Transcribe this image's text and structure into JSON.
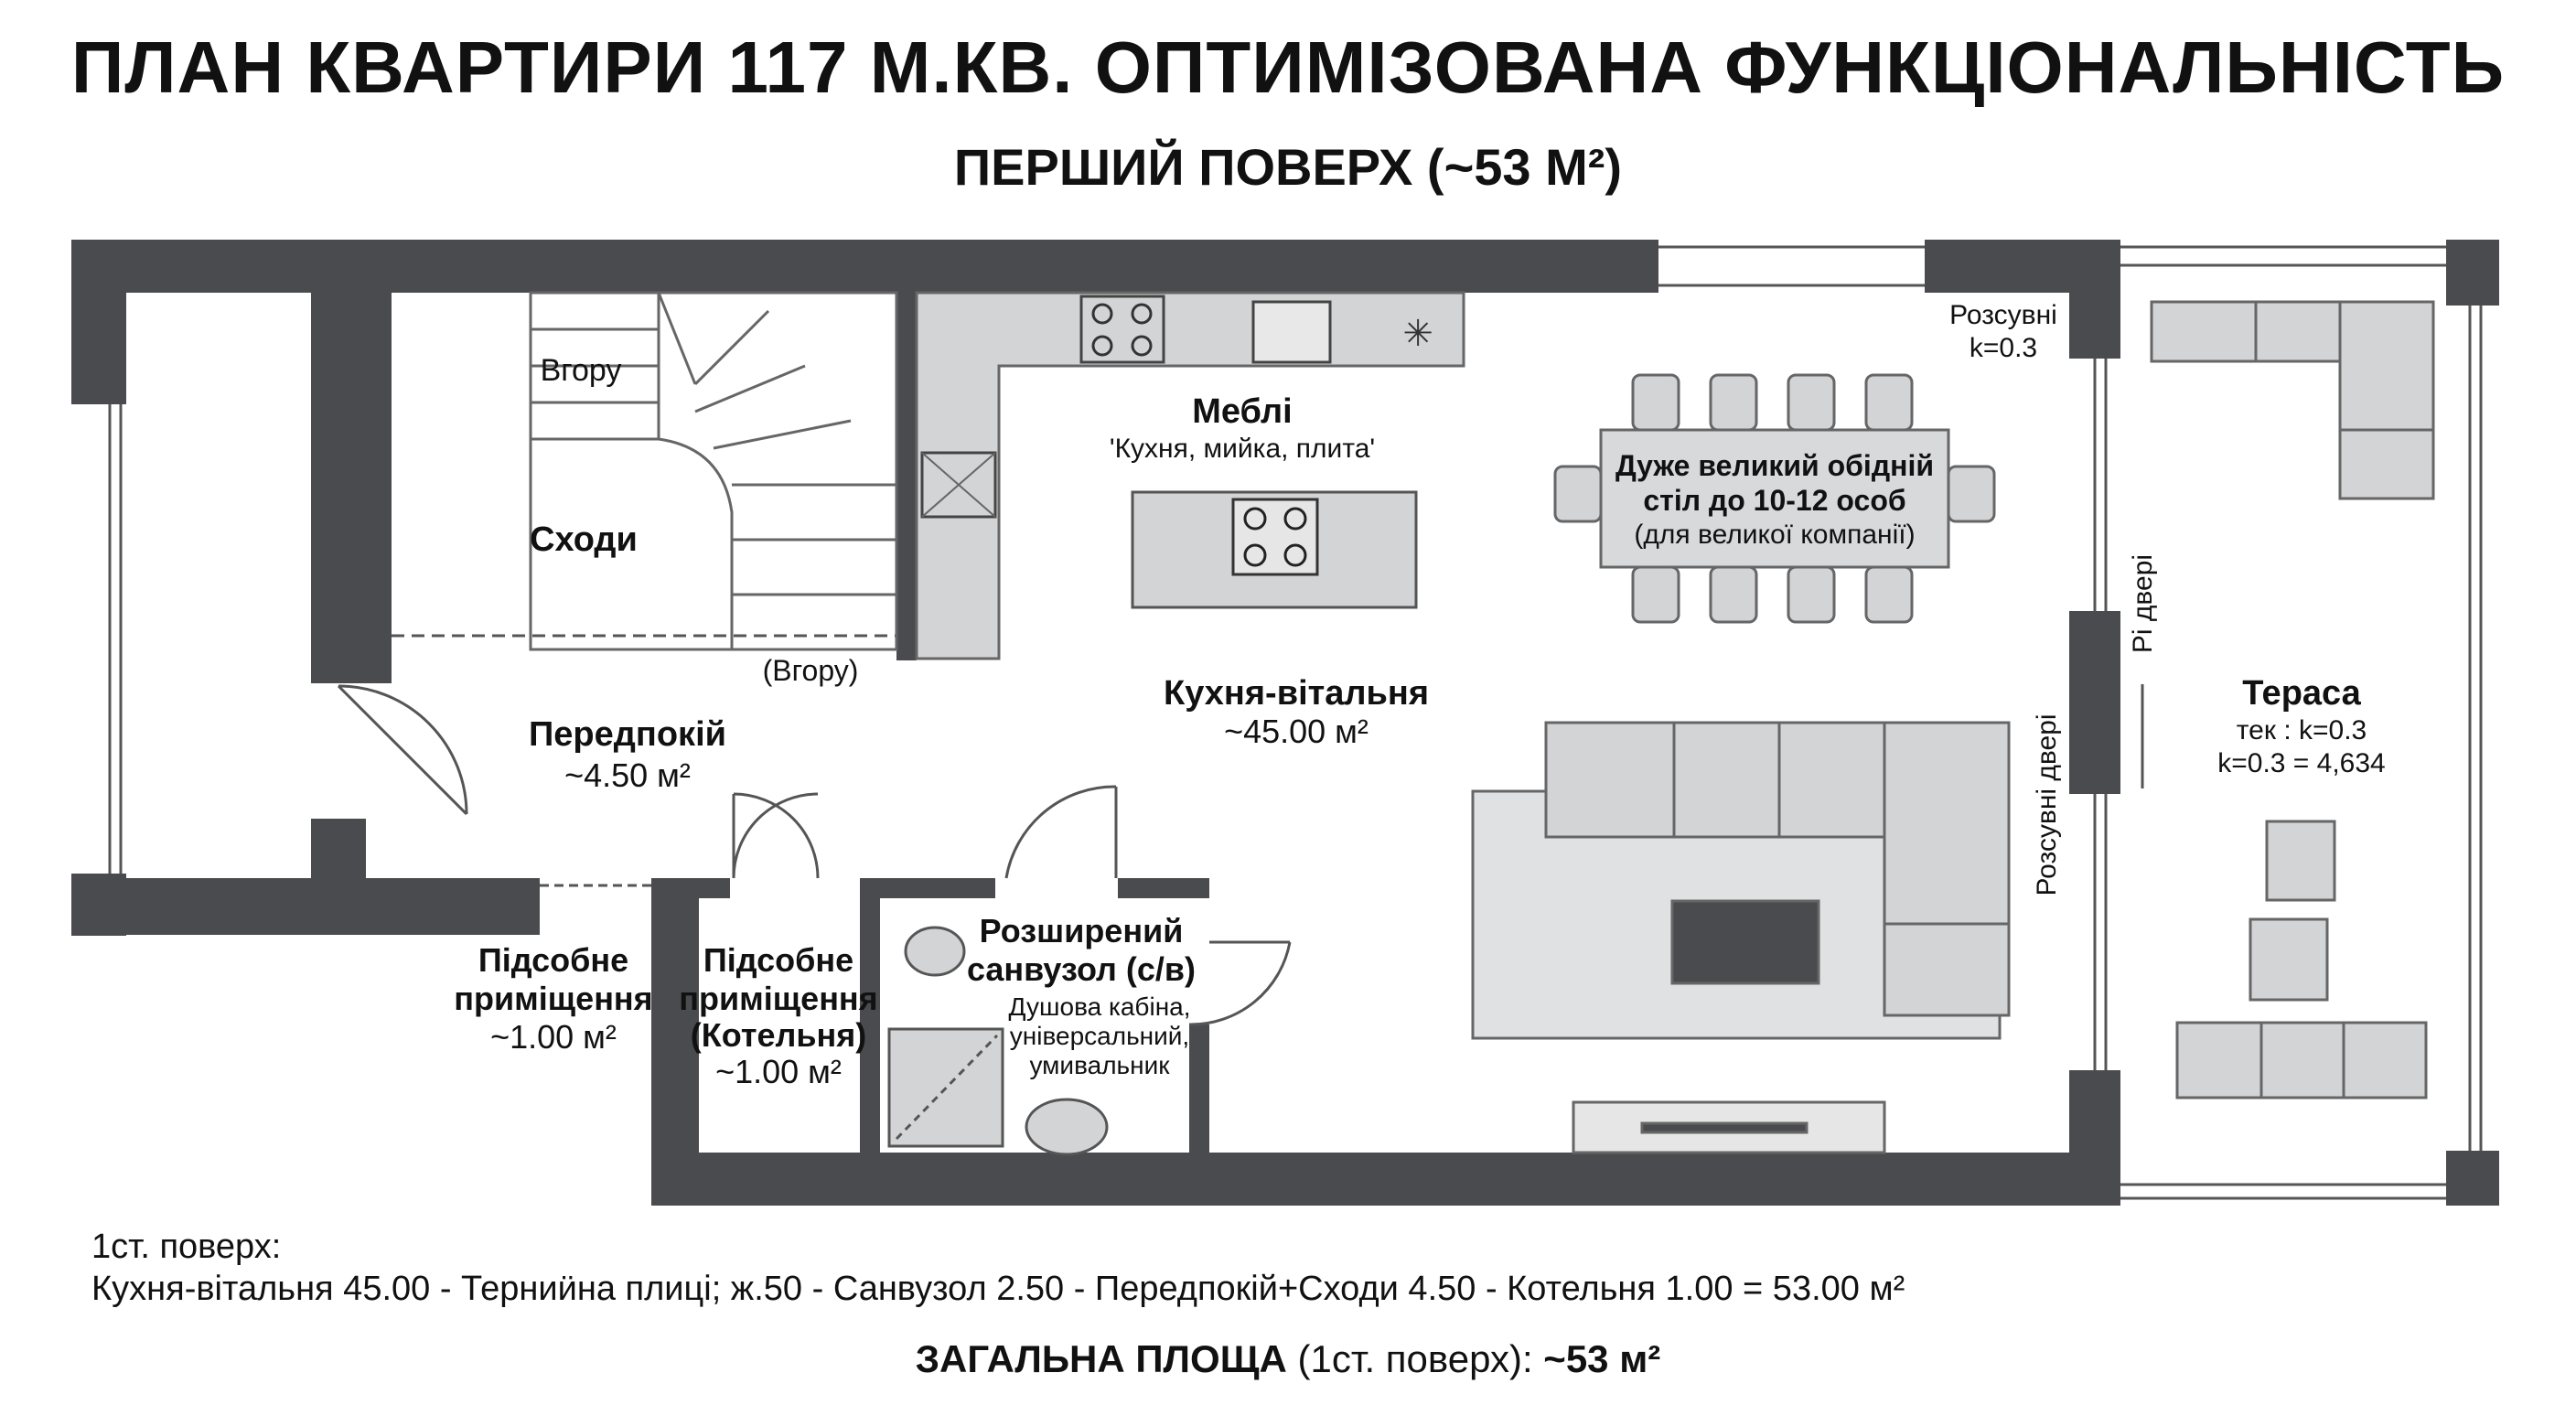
{
  "header": {
    "title": "ПЛАН КВАРТИРИ 117 М.КВ. ОПТИМІЗОВАНА ФУНКЦІОНАЛЬНІСТЬ",
    "subtitle": "ПЕРШИЙ ПОВЕРХ (~53 М²)"
  },
  "rooms": {
    "stairs": {
      "name": "Сходи",
      "up_label": "Вгору",
      "up_label_2": "(Вгору)"
    },
    "hall": {
      "name": "Передпокій",
      "area": "~4.50 м²"
    },
    "utility1": {
      "line1": "Підсобне",
      "line2": "приміщення",
      "area": "~1.00 м²"
    },
    "boiler": {
      "line1": "Підсобне",
      "line2": "приміщення",
      "line3": "(Котельня)",
      "area": "~1.00 м²"
    },
    "bath": {
      "line1": "Розширений",
      "line2": "санвузол (с/в)",
      "desc1": "Душова кабіна,",
      "desc2": "універсальний,",
      "desc3": "умивальник"
    },
    "kitchen": {
      "name": "Кухня-вітальня",
      "area": "~45.00 м²"
    },
    "furniture": {
      "title": "Меблі",
      "desc": "'Кухня, мийка, плита'"
    },
    "dining": {
      "line1": "Дуже великий обідній",
      "line2": "стіл до 10-12 особ",
      "line3": "(для великої компанії)"
    },
    "sliding_top": {
      "line1": "Розсувні",
      "line2": "k=0.3"
    },
    "sliding_side": "Розсувні двері",
    "door_small": "Рі двері",
    "terrace": {
      "name": "Тераса",
      "line2": "тек : k=0.3",
      "line3": "k=0.3 = 4,634"
    }
  },
  "footer": {
    "heading": "1ст. поверх:",
    "breakdown": "Кухня-вітальня 45.00 - Терниӥна плиці; ж.50 - Санвузол 2.50 - Передпокій+Сходи 4.50 - Котельня 1.00 = 53.00 м²",
    "total_bold": "ЗАГАЛЬНА ПЛОЩА",
    "total_normal": " (1ст. поверх): ",
    "total_value": "~53 м²"
  }
}
